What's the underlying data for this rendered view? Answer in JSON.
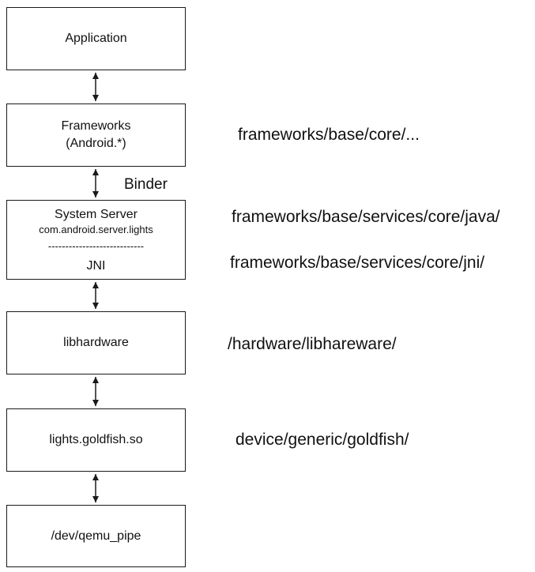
{
  "boxes": {
    "application": "Application",
    "frameworks_line1": "Frameworks",
    "frameworks_line2": "(Android.*)",
    "system_server_title": "System Server",
    "system_server_package": "com.android.server.lights",
    "system_server_separator": "----------------------------",
    "system_server_jni": "JNI",
    "libhardware": "libhardware",
    "lights": "lights.goldfish.so",
    "qemu_pipe": "/dev/qemu_pipe"
  },
  "labels": {
    "binder": "Binder"
  },
  "paths": {
    "frameworks": "frameworks/base/core/...",
    "services_java": "frameworks/base/services/core/java/",
    "services_jni": "frameworks/base/services/core/jni/",
    "libhardware": "/hardware/libhareware/",
    "goldfish": "device/generic/goldfish/"
  },
  "colors": {
    "stroke": "#1a1a1a",
    "text": "#111111",
    "background": "#ffffff"
  }
}
